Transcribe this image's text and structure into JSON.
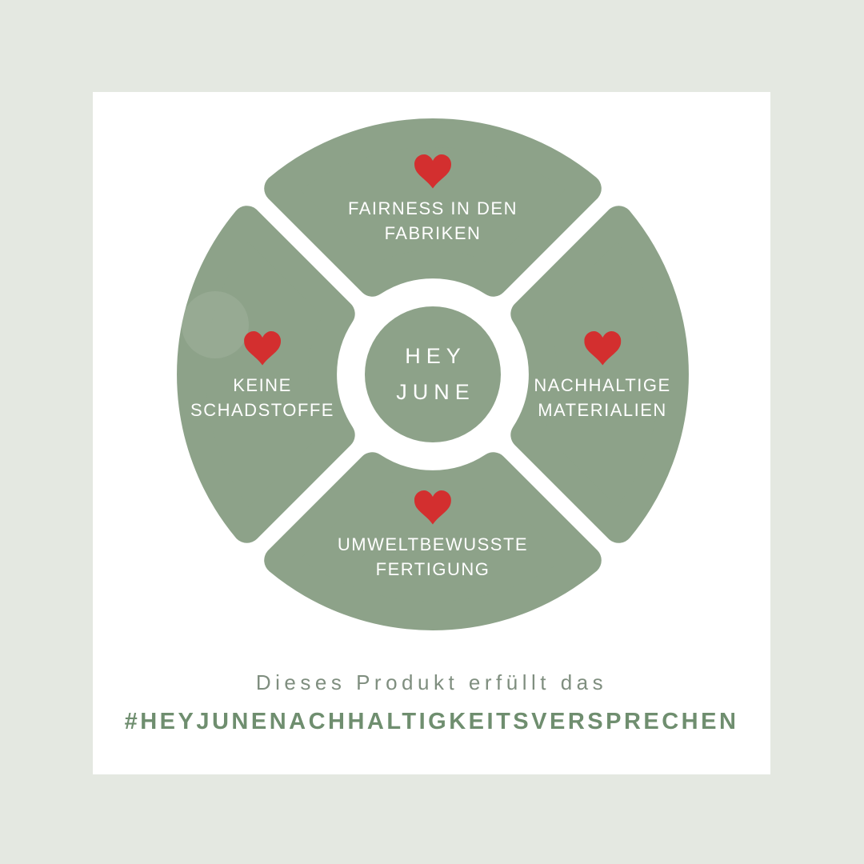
{
  "brand": {
    "line1": "HEY",
    "line2": "JUNE"
  },
  "segments": [
    {
      "position": "top",
      "icon": "heart-icon",
      "line1": "FAIRNESS IN DEN",
      "line2": "FABRIKEN"
    },
    {
      "position": "right",
      "icon": "heart-icon",
      "line1": "NACHHALTIGE",
      "line2": "MATERIALIEN"
    },
    {
      "position": "bottom",
      "icon": "heart-icon",
      "line1": "UMWELTBEWUSSTE",
      "line2": "FERTIGUNG"
    },
    {
      "position": "left",
      "icon": "heart-icon",
      "line1": "KEINE",
      "line2": "SCHADSTOFFE"
    }
  ],
  "footer": {
    "line1": "Dieses Produkt erfüllt das",
    "hashtag": "#HEYJUNENACHHALTIGKEITSVERSPRECHEN"
  },
  "colors": {
    "background": "#e4e8e1",
    "card": "#ffffff",
    "sage": "#8da289",
    "heart_red": "#d32f2f",
    "footer_text": "#7f8e7f",
    "hashtag": "#6f8e6f"
  }
}
